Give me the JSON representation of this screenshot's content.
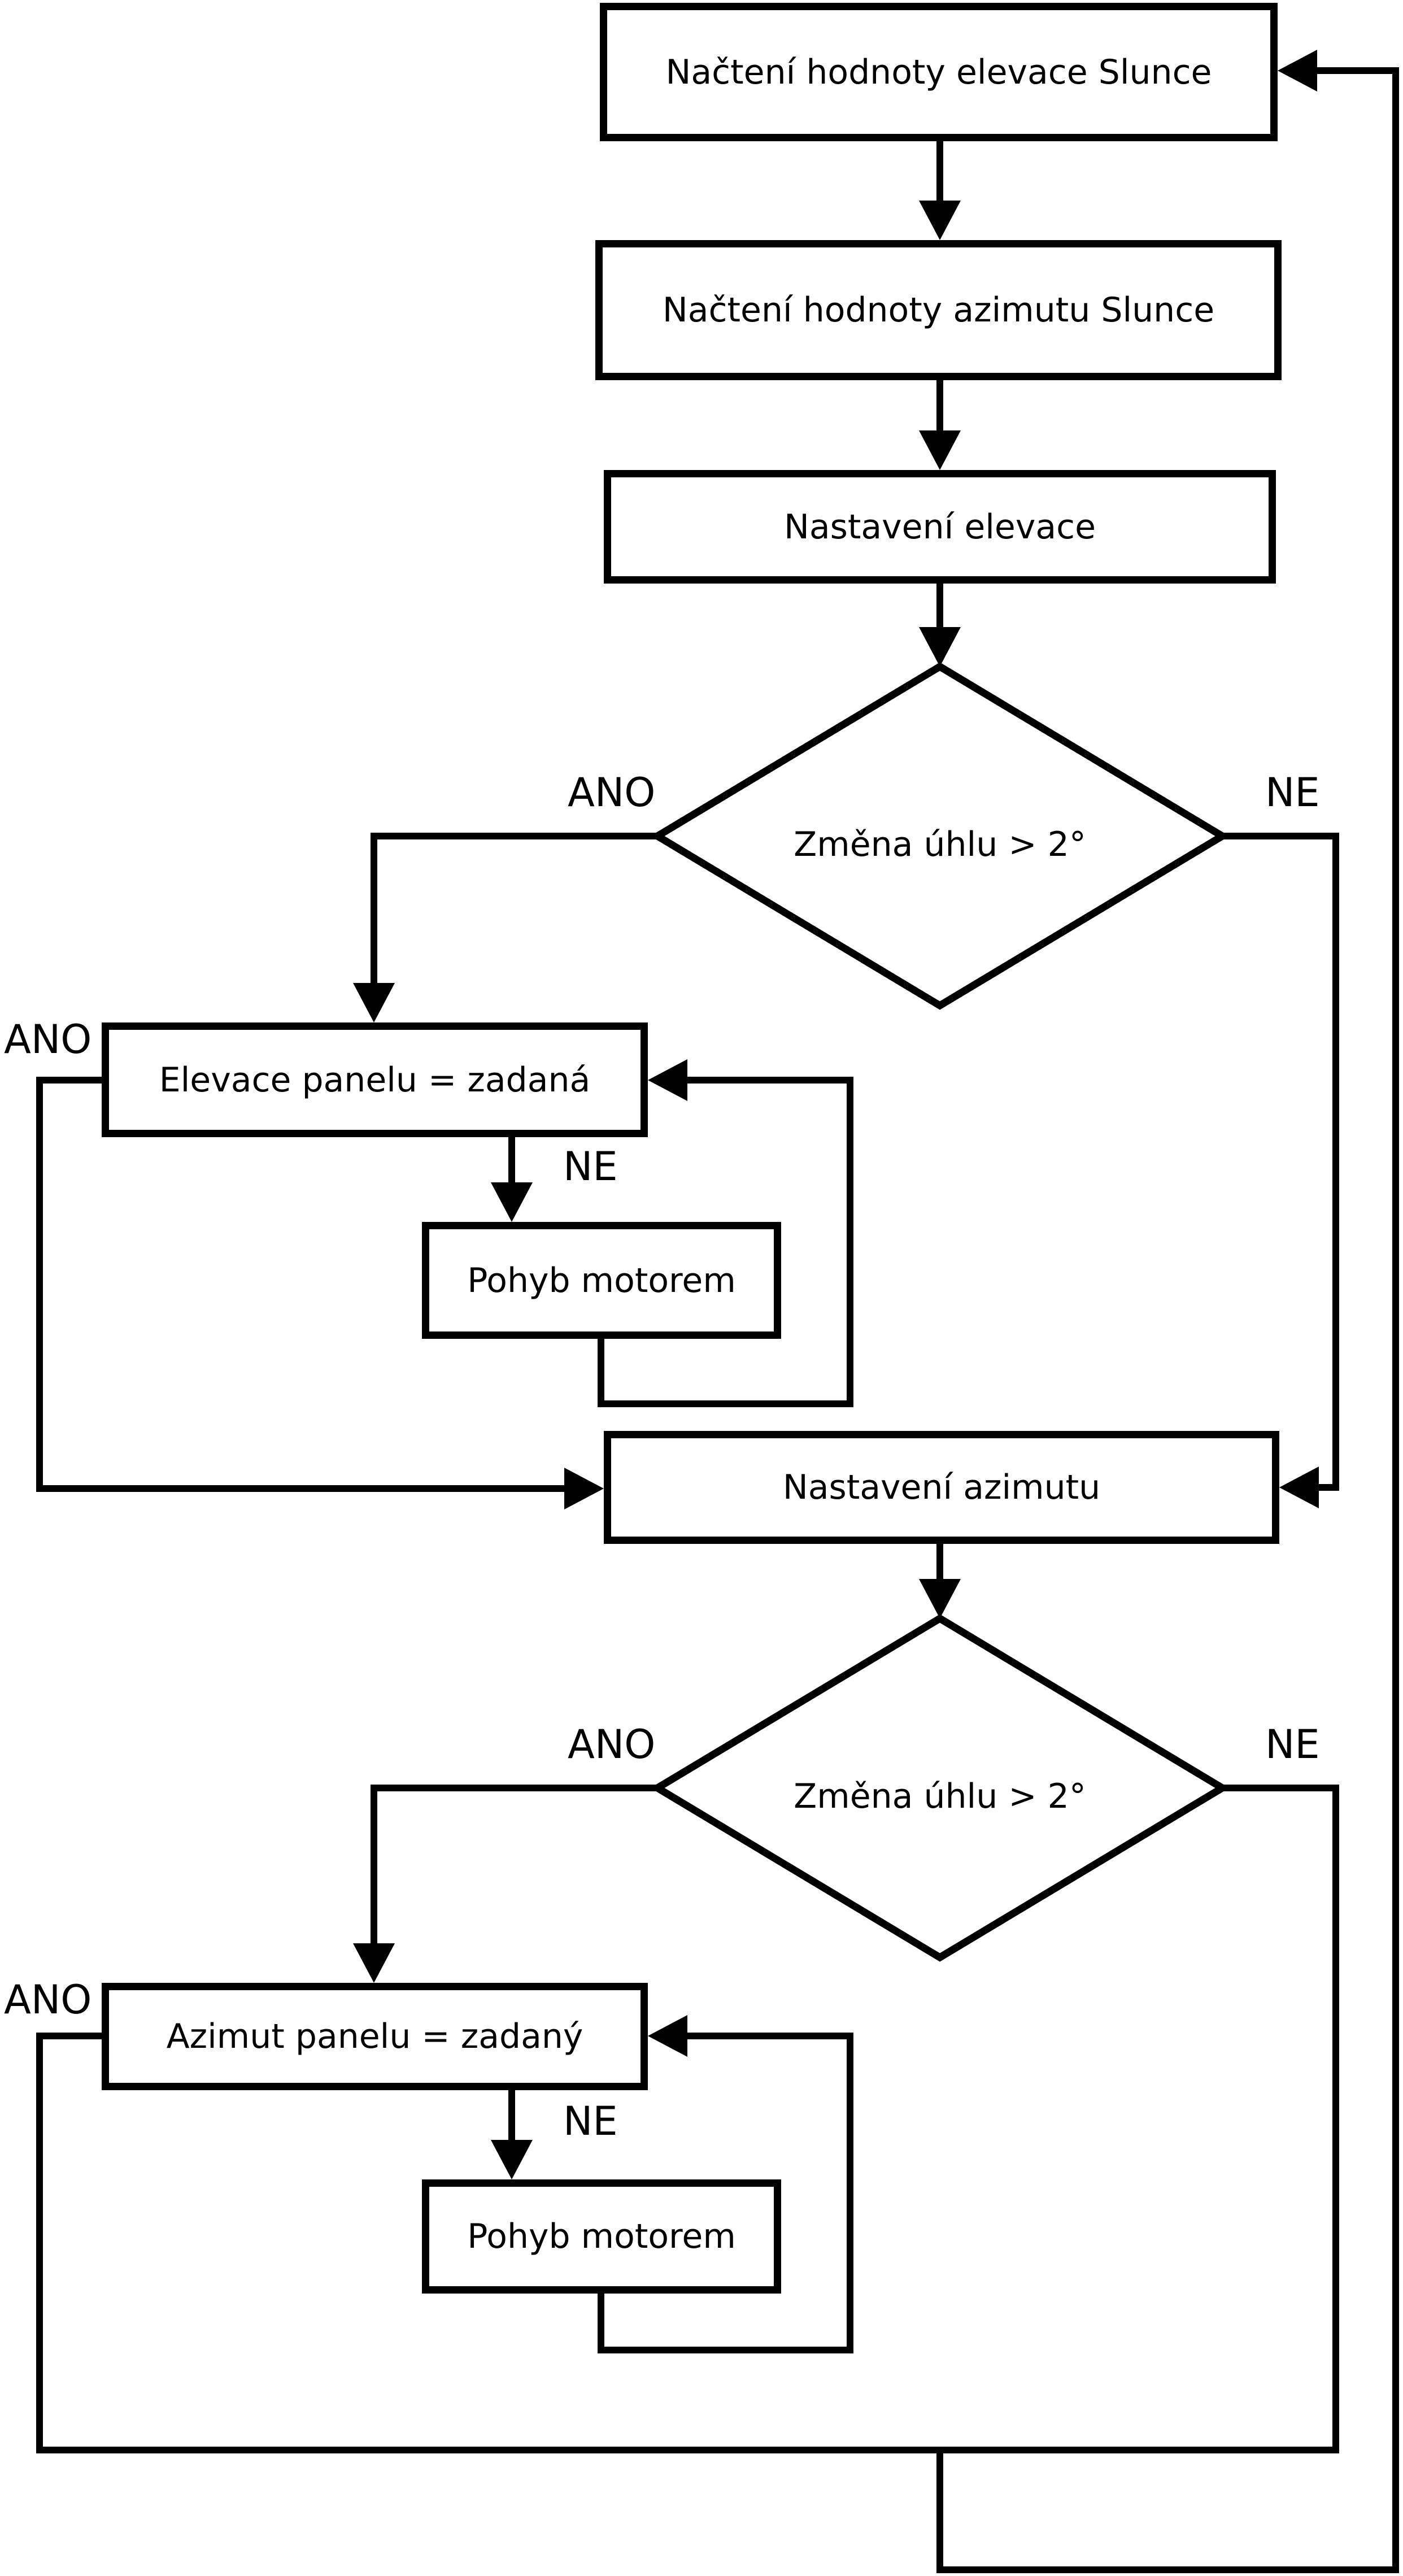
{
  "diagram": {
    "type": "flowchart",
    "language": "cs",
    "colors": {
      "background": "#ffffff",
      "stroke": "#000000",
      "node_fill": "#ffffff"
    },
    "branch_labels": {
      "yes": "ANO",
      "no": "NE"
    },
    "nodes": [
      {
        "id": "load-elevation",
        "shape": "rect",
        "label": "Načtení hodnoty elevace Slunce"
      },
      {
        "id": "load-azimuth",
        "shape": "rect",
        "label": "Načtení hodnoty azimutu Slunce"
      },
      {
        "id": "set-elevation",
        "shape": "rect",
        "label": "Nastavení elevace"
      },
      {
        "id": "elevation-change-check",
        "shape": "diamond",
        "label": "Změna úhlu > 2°"
      },
      {
        "id": "elevation-panel-equals",
        "shape": "rect",
        "label": "Elevace panelu = zadaná"
      },
      {
        "id": "elevation-motor-move",
        "shape": "rect",
        "label": "Pohyb motorem"
      },
      {
        "id": "set-azimuth",
        "shape": "rect",
        "label": "Nastavení azimutu"
      },
      {
        "id": "azimuth-change-check",
        "shape": "diamond",
        "label": "Změna úhlu > 2°"
      },
      {
        "id": "azimuth-panel-equals",
        "shape": "rect",
        "label": "Azimut panelu = zadaný"
      },
      {
        "id": "azimuth-motor-move",
        "shape": "rect",
        "label": "Pohyb motorem"
      }
    ]
  }
}
